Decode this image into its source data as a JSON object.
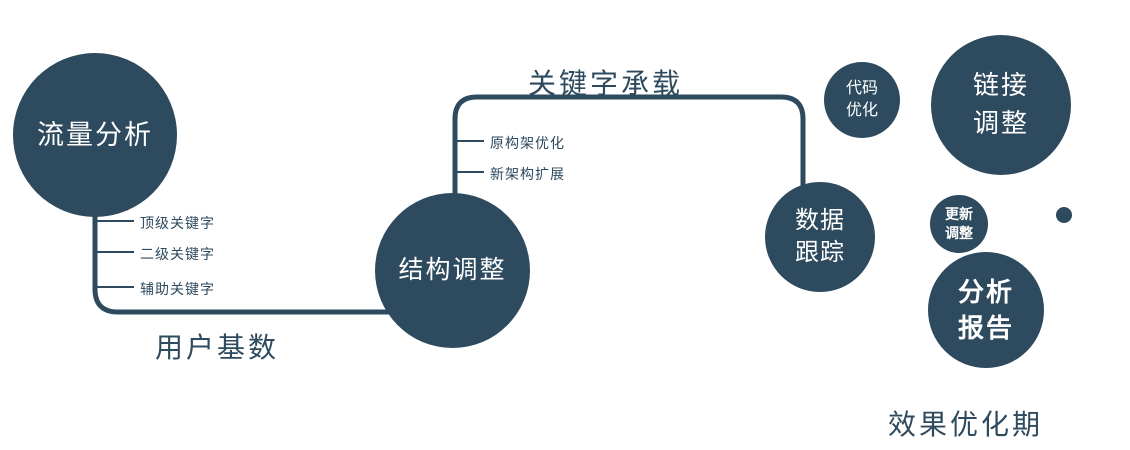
{
  "diagram": {
    "colors": {
      "primary": "#2d4a5e"
    },
    "nodes": {
      "traffic": {
        "label": "流量分析"
      },
      "structure": {
        "label": "结构调整"
      },
      "data_tracking": {
        "line1": "数据",
        "line2": "跟踪"
      },
      "code_optimization": {
        "line1": "代码",
        "line2": "优化"
      },
      "link_adjustment": {
        "line1": "链接",
        "line2": "调整"
      },
      "update_adjustment": {
        "line1": "更新",
        "line2": "调整"
      },
      "analysis_report": {
        "line1": "分析",
        "line2": "报告"
      }
    },
    "edge_labels": {
      "user_base": "用户基数",
      "keyword_load": "关键字承载"
    },
    "traffic_branches": [
      "顶级关键字",
      "二级关键字",
      "辅助关键字"
    ],
    "structure_branches": [
      "原构架优化",
      "新架构扩展"
    ],
    "caption": "效果优化期"
  }
}
